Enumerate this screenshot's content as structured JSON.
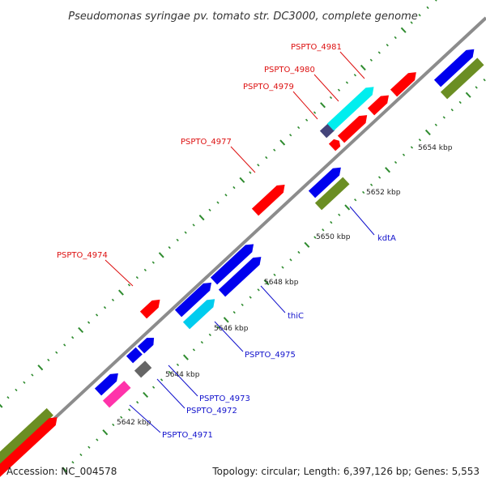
{
  "title": "Pseudomonas syringae pv. tomato str. DC3000, complete genome",
  "footer": {
    "accession": "Accession: NC_004578",
    "summary": "Topology: circular; Length: 6,397,126 bp; Genes: 5,553"
  },
  "colors": {
    "backbone": "#8c8c8c",
    "ticks": "#2e8b2e",
    "label_red": "#dd1111",
    "label_blue": "#1111cc"
  },
  "kbp_markers": [
    {
      "text": "5642 kbp"
    },
    {
      "text": "5644 kbp"
    },
    {
      "text": "5646 kbp"
    },
    {
      "text": "5648 kbp"
    },
    {
      "text": "5650 kbp"
    },
    {
      "text": "5652 kbp"
    },
    {
      "text": "5654 kbp"
    }
  ],
  "features": [
    {
      "color": "#6b8e23"
    },
    {
      "color": "#ff0000"
    },
    {
      "color": "#0000ee"
    },
    {
      "color": "#ff33aa"
    },
    {
      "color": "#0000ee"
    },
    {
      "color": "#0000ee"
    },
    {
      "color": "#666666"
    },
    {
      "color": "#ff0000"
    },
    {
      "color": "#0000ee"
    },
    {
      "color": "#00ccee"
    },
    {
      "color": "#0000ee"
    },
    {
      "color": "#0000ee"
    },
    {
      "color": "#ff0000"
    },
    {
      "color": "#0000ee"
    },
    {
      "color": "#6b8e23"
    },
    {
      "color": "#44447a"
    },
    {
      "color": "#ff0000"
    },
    {
      "color": "#ff0000"
    },
    {
      "color": "#00eeee"
    },
    {
      "color": "#ff0000"
    },
    {
      "color": "#ff0000"
    },
    {
      "color": "#0000ee"
    },
    {
      "color": "#6b8e23"
    }
  ],
  "labels": [
    {
      "text": "PSPTO_4981",
      "color": "#dd1111"
    },
    {
      "text": "PSPTO_4980",
      "color": "#dd1111"
    },
    {
      "text": "PSPTO_4979",
      "color": "#dd1111"
    },
    {
      "text": "PSPTO_4977",
      "color": "#dd1111"
    },
    {
      "text": "PSPTO_4974",
      "color": "#dd1111"
    },
    {
      "text": "kdtA",
      "color": "#1111cc"
    },
    {
      "text": "thiC",
      "color": "#1111cc"
    },
    {
      "text": "PSPTO_4975",
      "color": "#1111cc"
    },
    {
      "text": "PSPTO_4973",
      "color": "#1111cc"
    },
    {
      "text": "PSPTO_4972",
      "color": "#1111cc"
    },
    {
      "text": "PSPTO_4971",
      "color": "#1111cc"
    }
  ]
}
